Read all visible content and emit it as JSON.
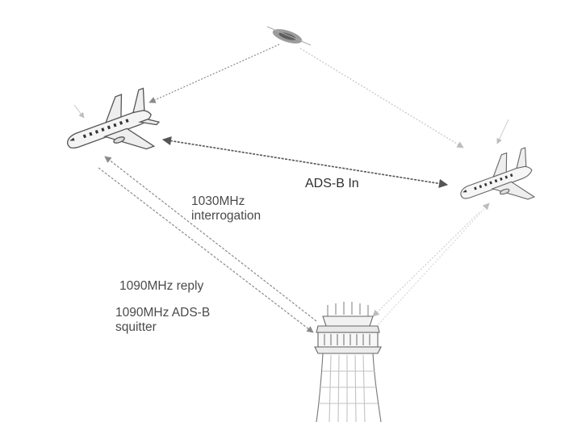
{
  "labels": {
    "adsb_in": "ADS-B In",
    "interrogation_freq": "1030MHz",
    "interrogation_word": "interrogation",
    "reply": "1090MHz reply",
    "squitter_freq": "1090MHz ADS-B",
    "squitter_word": "squitter"
  },
  "icons": {
    "satellite": "satellite-icon",
    "aircraft": "airliner-icon",
    "tower": "control-tower-icon"
  },
  "colors": {
    "link_dark": "#555555",
    "link_light": "#c4c4c4",
    "sketch": "#666666"
  }
}
